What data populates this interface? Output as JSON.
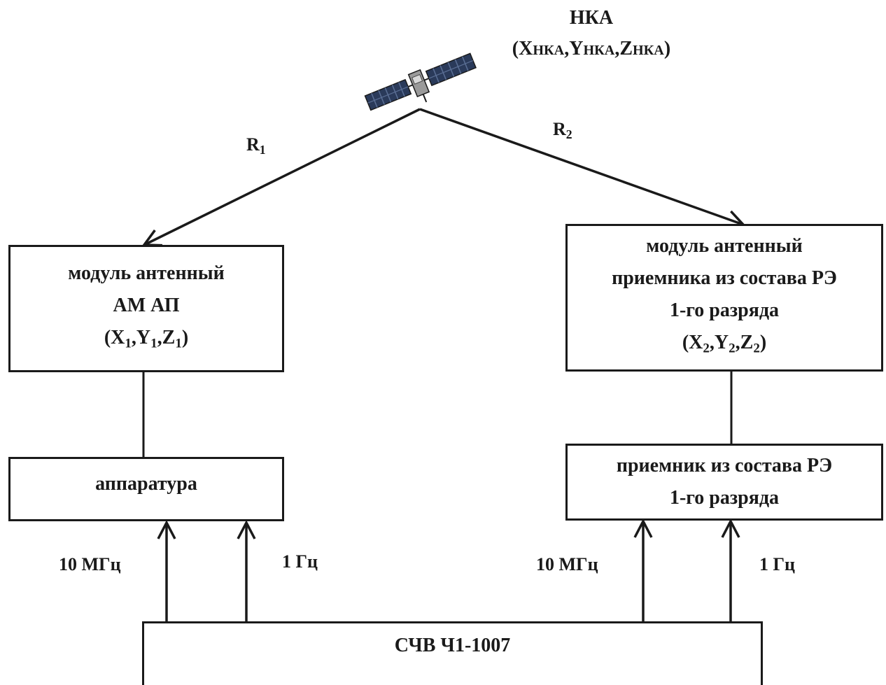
{
  "satellite": {
    "name": "НКА",
    "coords": {
      "x": "X",
      "x_sub": "НКА",
      "y": "Y",
      "y_sub": "НКА",
      "z": "Z",
      "z_sub": "НКА"
    }
  },
  "links": {
    "r1": {
      "letter": "R",
      "sub": "1"
    },
    "r2": {
      "letter": "R",
      "sub": "2"
    }
  },
  "left_antenna": {
    "line1": "модуль антенный",
    "line2": "АМ АП",
    "coords": {
      "x": "X",
      "x_sub": "1",
      "y": "Y",
      "y_sub": "1",
      "z": "Z",
      "z_sub": "1"
    }
  },
  "right_antenna": {
    "line1": "модуль антенный",
    "line2": "приемника из состава РЭ",
    "line3": "1-го разряда",
    "coords": {
      "x": "X",
      "x_sub": "2",
      "y": "Y",
      "y_sub": "2",
      "z": "Z",
      "z_sub": "2"
    }
  },
  "left_equipment": {
    "label": "аппаратура"
  },
  "right_receiver": {
    "line1": "приемник из состава РЭ",
    "line2": "1-го разряда"
  },
  "signals": {
    "left_10mhz": "10 МГц",
    "left_1hz": "1 Гц",
    "right_10mhz": "10 МГц",
    "right_1hz": "1 Гц"
  },
  "source": {
    "label": "СЧВ Ч1-1007"
  },
  "colors": {
    "ink": "#1a1a1a",
    "panel": "#2a3a5a",
    "panel_cell": "#5a6e94",
    "body": "#9a9a9a"
  }
}
